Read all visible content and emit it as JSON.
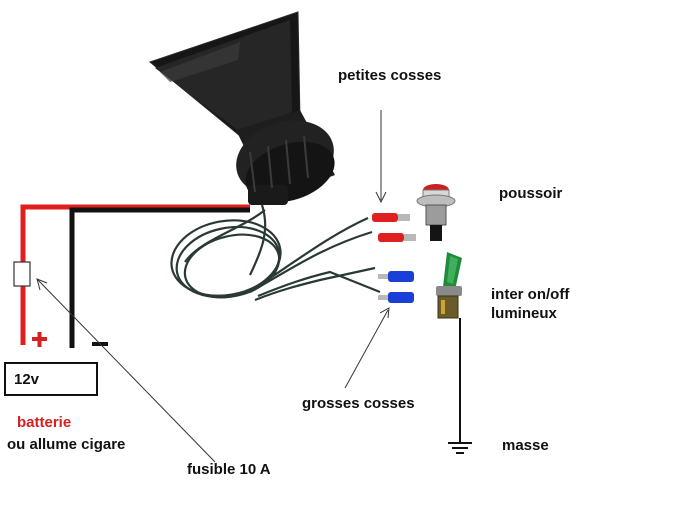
{
  "labels": {
    "petites_cosses": "petites cosses",
    "poussoir": "poussoir",
    "inter_line1": "inter on/off",
    "inter_line2": "lumineux",
    "grosses_cosses": "grosses cosses",
    "masse": "masse",
    "battery_voltage": "12v",
    "batterie": "batterie",
    "allume_cigare": "ou allume cigare",
    "fusible": "fusible 10 A",
    "plus_sign": "+",
    "minus_sign": "–"
  },
  "colors": {
    "positive_wire": "#e01f1f",
    "negative_wire": "#111111",
    "small_terminal": "#e02020",
    "large_terminal": "#1a3fd6",
    "switch_green": "#1f8a3a",
    "horn": "#1b1b1b"
  }
}
